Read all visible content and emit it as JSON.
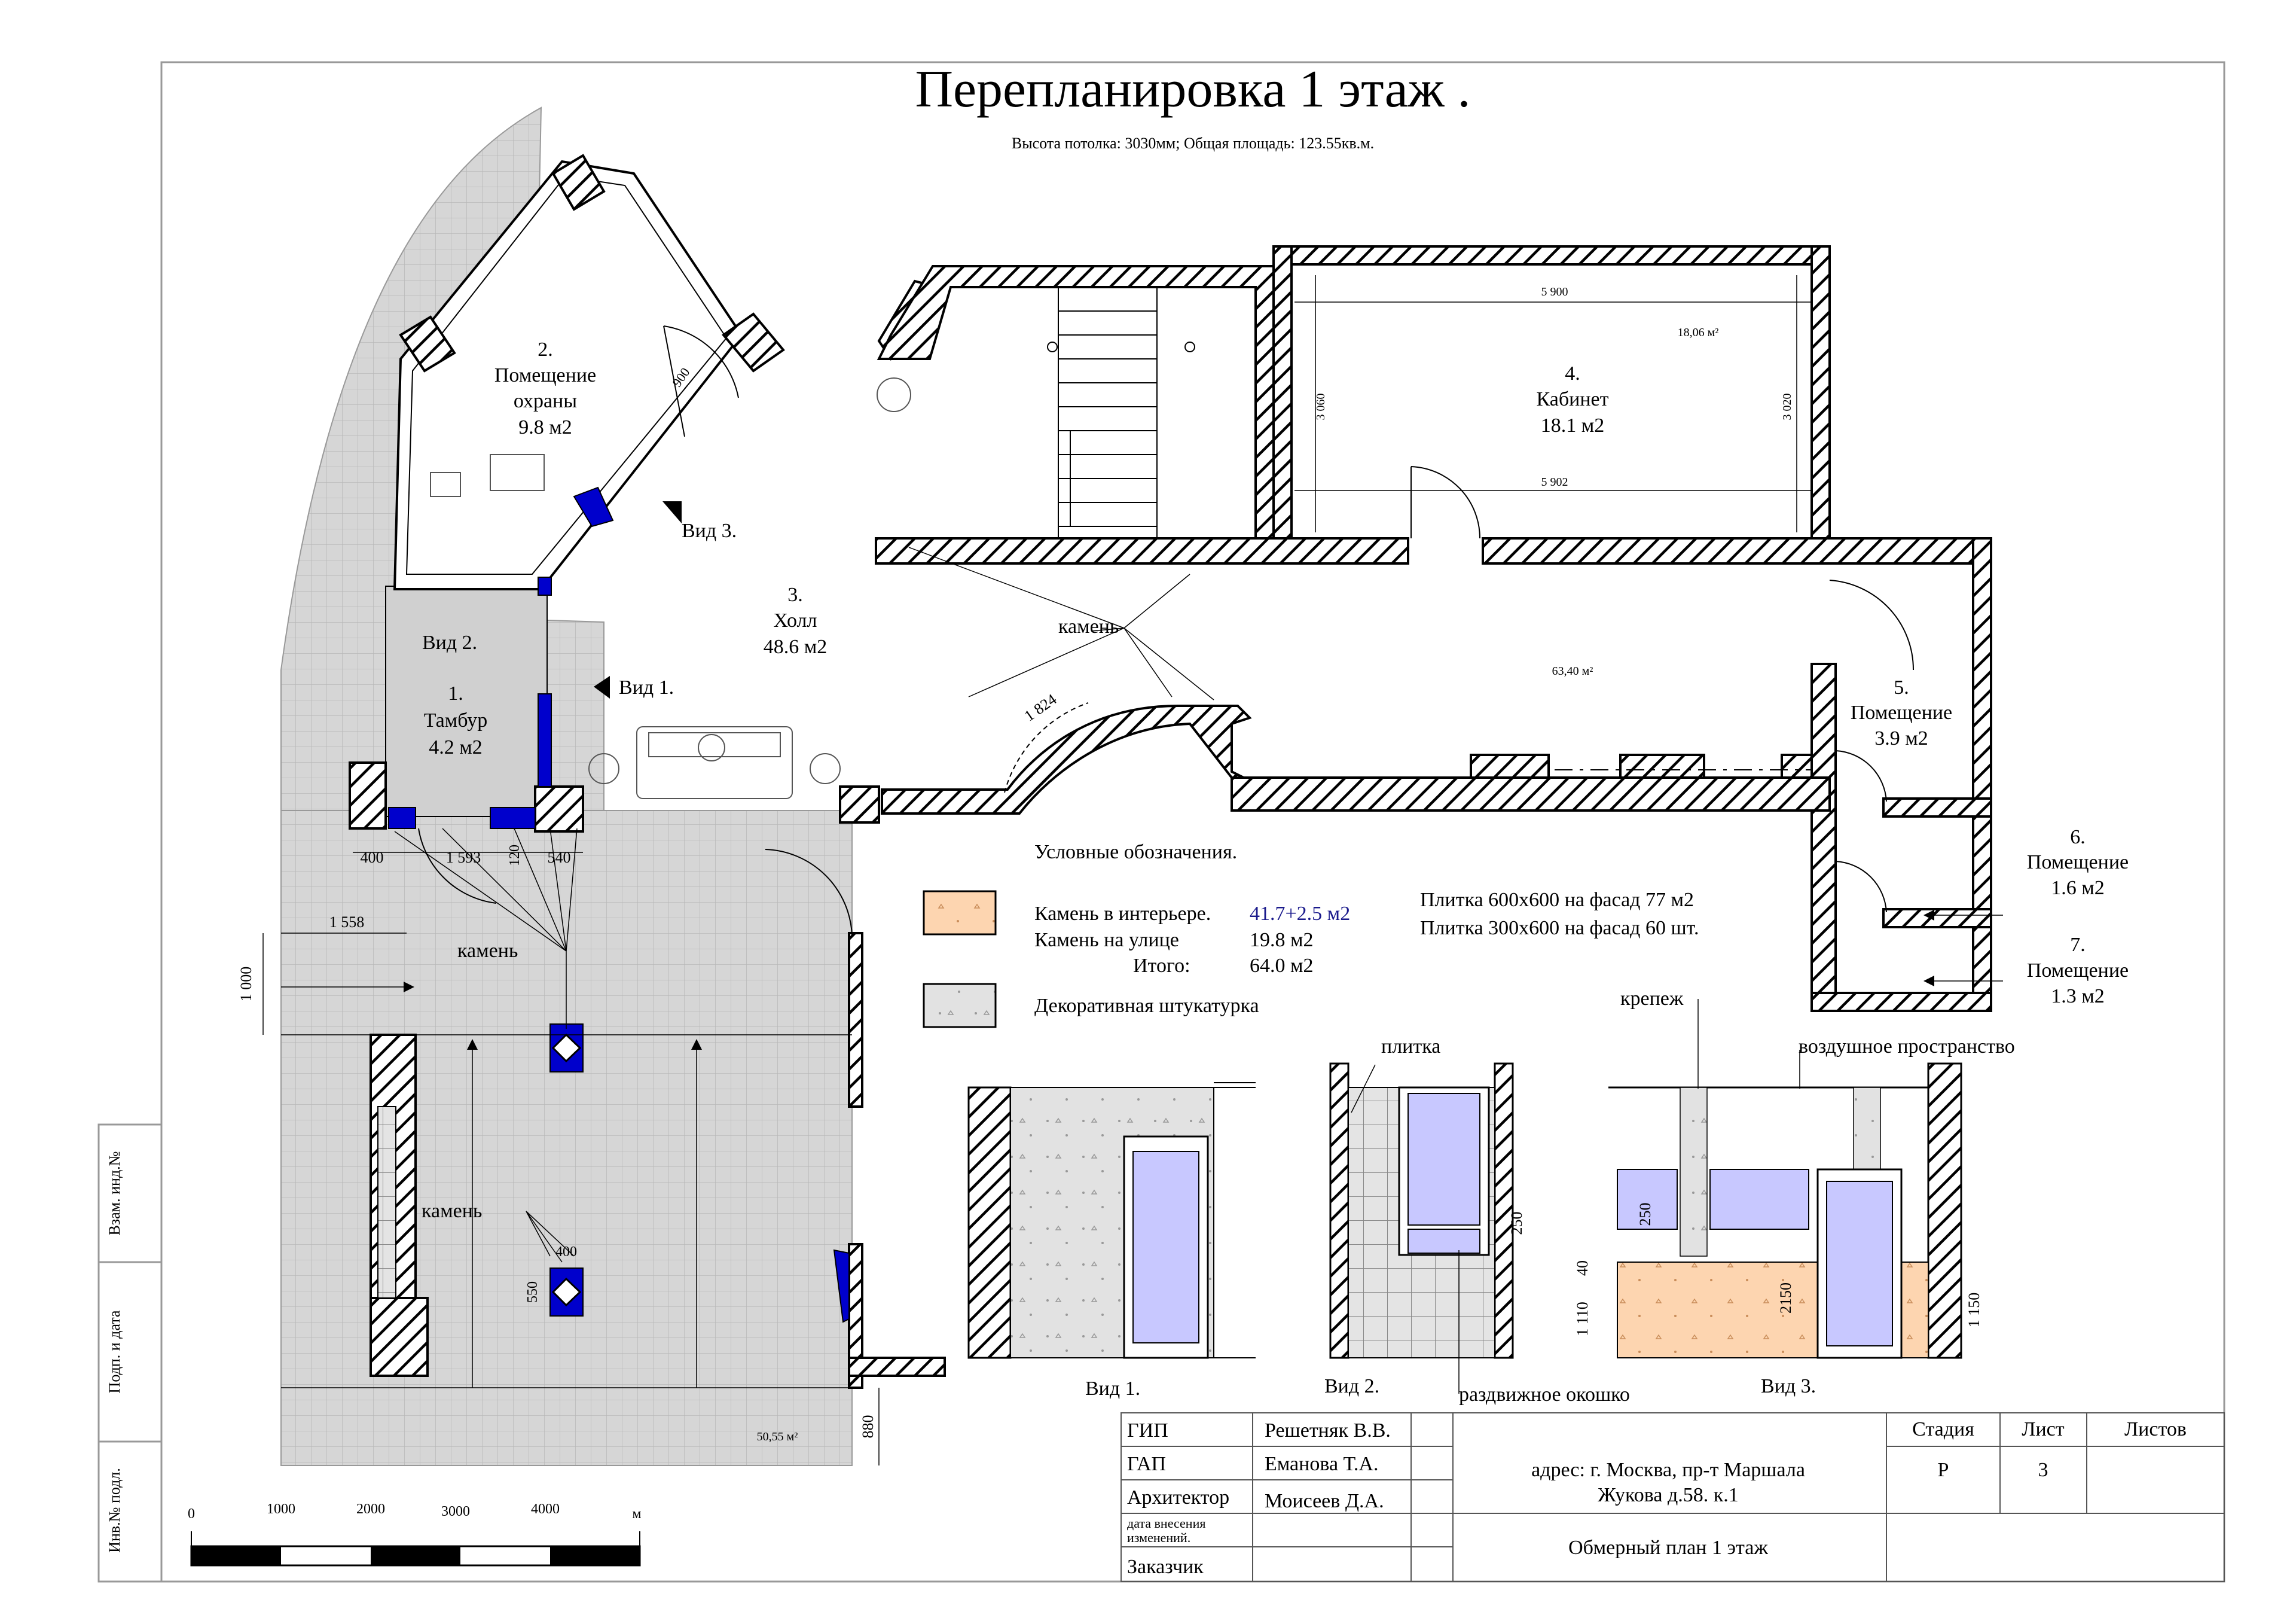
{
  "title": "Перепланировка 1 этаж .",
  "subtitle": "Высота потолка: 3030мм; Общая площадь: 123.55кв.м.",
  "rooms": [
    {
      "num": "1.",
      "name": "Тамбур",
      "area": "4.2 м2"
    },
    {
      "num": "2.",
      "name_l1": "Помещение",
      "name_l2": "охраны",
      "area": "9.8 м2"
    },
    {
      "num": "3.",
      "name": "Холл",
      "area": "48.6 м2"
    },
    {
      "num": "4.",
      "name": "Кабинет",
      "area": "18.1 м2"
    },
    {
      "num": "5.",
      "name": "Помещение",
      "area": "3.9 м2"
    },
    {
      "num": "6.",
      "name": "Помещение",
      "area": "1.6 м2"
    },
    {
      "num": "7.",
      "name": "Помещение",
      "area": "1.3 м2"
    }
  ],
  "views": {
    "v1": "Вид 1.",
    "v2": "Вид 2.",
    "v3": "Вид 3."
  },
  "labels": {
    "stone": "камень",
    "tile": "плитка",
    "fastener": "крепеж",
    "air_space": "воздушное пространство",
    "sliding_window": "раздвижное окошко"
  },
  "dimensions": {
    "d5900": "5 900",
    "d5902": "5 902",
    "d3060": "3 060",
    "d3020": "3 020",
    "area_office": "18,06 м²",
    "area_hall": "63,40 м²",
    "area_outside": "50,55 м²",
    "d900": "900",
    "d1824": "1 824",
    "d400a": "400",
    "d1593": "1 593",
    "d120": "120",
    "d540": "540",
    "d1558": "1 558",
    "d1000": "1 000",
    "d400b": "400",
    "d550": "550",
    "d880": "880",
    "d250a": "250",
    "d250b": "250",
    "d40": "40",
    "d1110": "1 110",
    "d2150": "2150",
    "d1150": "1 150"
  },
  "legend": {
    "title": "Условные обозначения.",
    "stone_interior": "Камень в интерьере.",
    "stone_interior_val": "41.7+2.5 м2",
    "stone_street": "Камень на улице",
    "stone_street_val": "19.8 м2",
    "total": "Итого:",
    "total_val": "64.0 м2",
    "plaster": "Декоративная штукатурка",
    "tile1": "Плитка 600х600 на фасад 77 м2",
    "tile2": "Плитка 300х600 на фасад 60 шт.",
    "stone_color": "#fdd5b0",
    "plaster_color": "#d8d8d8"
  },
  "scale": {
    "ticks": [
      "0",
      "1000",
      "2000",
      "3000",
      "4000"
    ],
    "unit": "м"
  },
  "side_stamps": [
    "Взам. инд.№",
    "Подп. и дата",
    "Инв.№ подл."
  ],
  "title_block": {
    "rows": [
      {
        "role": "ГИП",
        "name": "Решетняк В.В."
      },
      {
        "role": "ГАП",
        "name": "Еманова Т.А."
      },
      {
        "role": "Архитектор",
        "name": "Моисеев Д.А."
      }
    ],
    "changes_l1": "дата внесения",
    "changes_l2": "изменений.",
    "customer": "Заказчик",
    "address_l1": "адрес: г. Москва, пр-т Маршала",
    "address_l2": "Жукова д.58. к.1",
    "stage_h": "Стадия",
    "sheet_h": "Лист",
    "sheets_h": "Листов",
    "stage": "Р",
    "sheet": "3",
    "doc_title": "Обмерный план 1 этаж"
  },
  "colors": {
    "wall_line": "#000000",
    "blue_el": "#0000cc",
    "glass": "#c8c8ff",
    "text_blue": "#1a1a8c"
  }
}
